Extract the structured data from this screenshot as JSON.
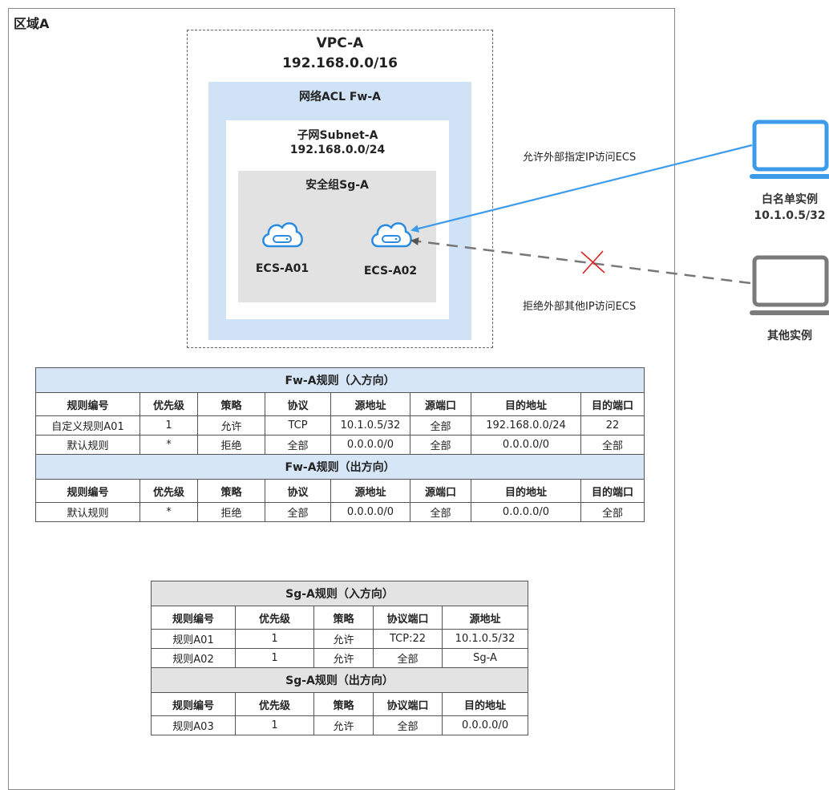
{
  "region": {
    "label": "区域A"
  },
  "vpc": {
    "name": "VPC-A",
    "cidr": "192.168.0.0/16"
  },
  "acl": {
    "label": "网络ACL Fw-A"
  },
  "subnet": {
    "name": "子网Subnet-A",
    "cidr": "192.168.0.0/24"
  },
  "security_group": {
    "label": "安全组Sg-A"
  },
  "ecs": [
    {
      "name": "ECS-A01"
    },
    {
      "name": "ECS-A02"
    }
  ],
  "arrows": {
    "allow_label": "允许外部指定IP访问ECS",
    "deny_label": "拒绝外部其他IP访问ECS"
  },
  "instances": {
    "whitelist": {
      "name": "白名单实例",
      "ip": "10.1.0.5/32",
      "color": "#3d9be9"
    },
    "other": {
      "name": "其他实例",
      "color": "#7a7a7a"
    }
  },
  "colors": {
    "acl_bg": "#cfe2f6",
    "sg_bg": "#e2e2e2",
    "allow_arrow": "#3d9be9",
    "deny_arrow": "#777777",
    "deny_mark": "#e02020",
    "cloud": "#2b8be0"
  },
  "fw_table": {
    "inbound_title": "Fw-A规则（入方向）",
    "outbound_title": "Fw-A规则（出方向）",
    "headers": [
      "规则编号",
      "优先级",
      "策略",
      "协议",
      "源地址",
      "源端口",
      "目的地址",
      "目的端口"
    ],
    "inbound_rows": [
      [
        "自定义规则A01",
        "1",
        "允许",
        "TCP",
        "10.1.0.5/32",
        "全部",
        "192.168.0.0/24",
        "22"
      ],
      [
        "默认规则",
        "*",
        "拒绝",
        "全部",
        "0.0.0.0/0",
        "全部",
        "0.0.0.0/0",
        "全部"
      ]
    ],
    "outbound_rows": [
      [
        "默认规则",
        "*",
        "拒绝",
        "全部",
        "0.0.0.0/0",
        "全部",
        "0.0.0.0/0",
        "全部"
      ]
    ]
  },
  "sg_table": {
    "inbound_title": "Sg-A规则（入方向）",
    "outbound_title": "Sg-A规则（出方向）",
    "inbound_headers": [
      "规则编号",
      "优先级",
      "策略",
      "协议端口",
      "源地址"
    ],
    "inbound_rows": [
      [
        "规则A01",
        "1",
        "允许",
        "TCP:22",
        "10.1.0.5/32"
      ],
      [
        "规则A02",
        "1",
        "允许",
        "全部",
        "Sg-A"
      ]
    ],
    "outbound_headers": [
      "规则编号",
      "优先级",
      "策略",
      "协议端口",
      "目的地址"
    ],
    "outbound_rows": [
      [
        "规则A03",
        "1",
        "允许",
        "全部",
        "0.0.0.0/0"
      ]
    ]
  }
}
